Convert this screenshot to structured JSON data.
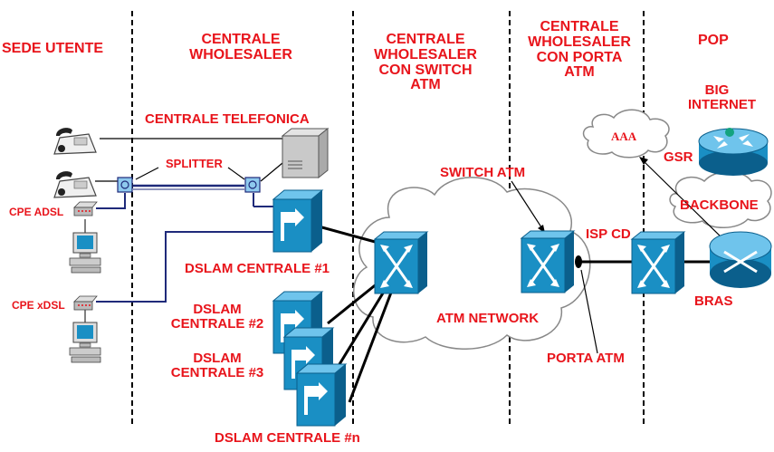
{
  "headers": {
    "sede_utente": "SEDE UTENTE",
    "centrale_wholesaler": [
      "CENTRALE",
      "WHOLESALER"
    ],
    "centrale_wholesaler_switch": [
      "CENTRALE",
      "WHOLESALER",
      "CON SWITCH",
      "ATM"
    ],
    "centrale_wholesaler_porta": [
      "CENTRALE",
      "WHOLESALER",
      "CON PORTA",
      "ATM"
    ],
    "pop": "POP"
  },
  "labels": {
    "centrale_telefonica": "CENTRALE TELEFONICA",
    "splitter": "SPLITTER",
    "cpe_adsl": "CPE ADSL",
    "cpe_xdsl": "CPE xDSL",
    "dslam_1": "DSLAM CENTRALE #1",
    "dslam_2": [
      "DSLAM",
      "CENTRALE #2"
    ],
    "dslam_3": [
      "DSLAM",
      "CENTRALE #3"
    ],
    "dslam_n": "DSLAM CENTRALE #n",
    "switch_atm": "SWITCH ATM",
    "atm_network": "ATM NETWORK",
    "porta_atm": "PORTA ATM",
    "isp_cd": "ISP CD",
    "aaa": "AAA",
    "big_internet": [
      "BIG",
      "INTERNET"
    ],
    "gsr": "GSR",
    "backbone": "BACKBONE",
    "bras": "BRAS"
  },
  "colors": {
    "label_red": "#e8141b",
    "device_cyan": "#1a8fc4",
    "device_dark": "#0b5f8c",
    "line_navy": "#1f2a7a",
    "line_black": "#000000"
  },
  "icons": {
    "phone": "telephone-icon",
    "switch": "atm-switch-icon",
    "dslam": "dslam-icon",
    "router": "router-icon",
    "cloud": "cloud-icon",
    "pc": "computer-icon",
    "modem": "modem-icon",
    "pbx": "central-office-icon"
  }
}
